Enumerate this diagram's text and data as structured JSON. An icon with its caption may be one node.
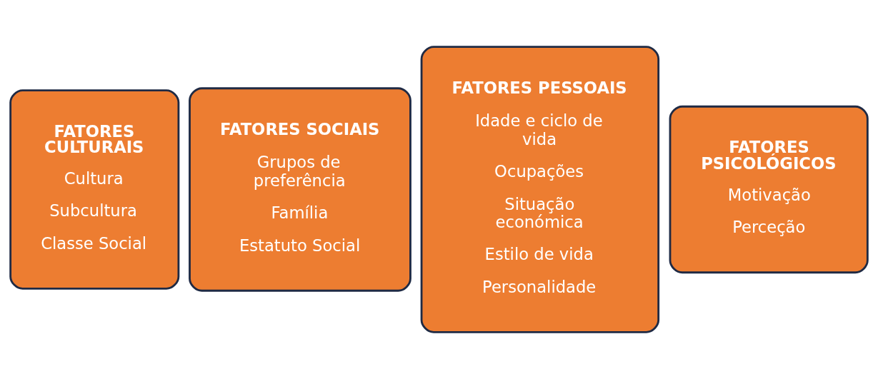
{
  "diagram": {
    "nodes": [
      {
        "text": [
          "FATORES CULTURAIS",
          "Cultura",
          "Subcultura",
          "Classe Social"
        ]
      },
      {
        "text": [
          "FATORES SOCIAIS",
          "Grupos de preferência",
          "Família",
          "Estatuto Social"
        ]
      },
      {
        "text": [
          "FATORES PESSOAIS",
          "Idade e ciclo de vida",
          "Ocupações",
          "Situação económica",
          "Estilo de vida",
          "Personalidade"
        ]
      },
      {
        "text": [
          "FATORES PSICOLÓGICOS",
          "Motivação",
          "Perceção"
        ]
      }
    ],
    "edges": []
  }
}
